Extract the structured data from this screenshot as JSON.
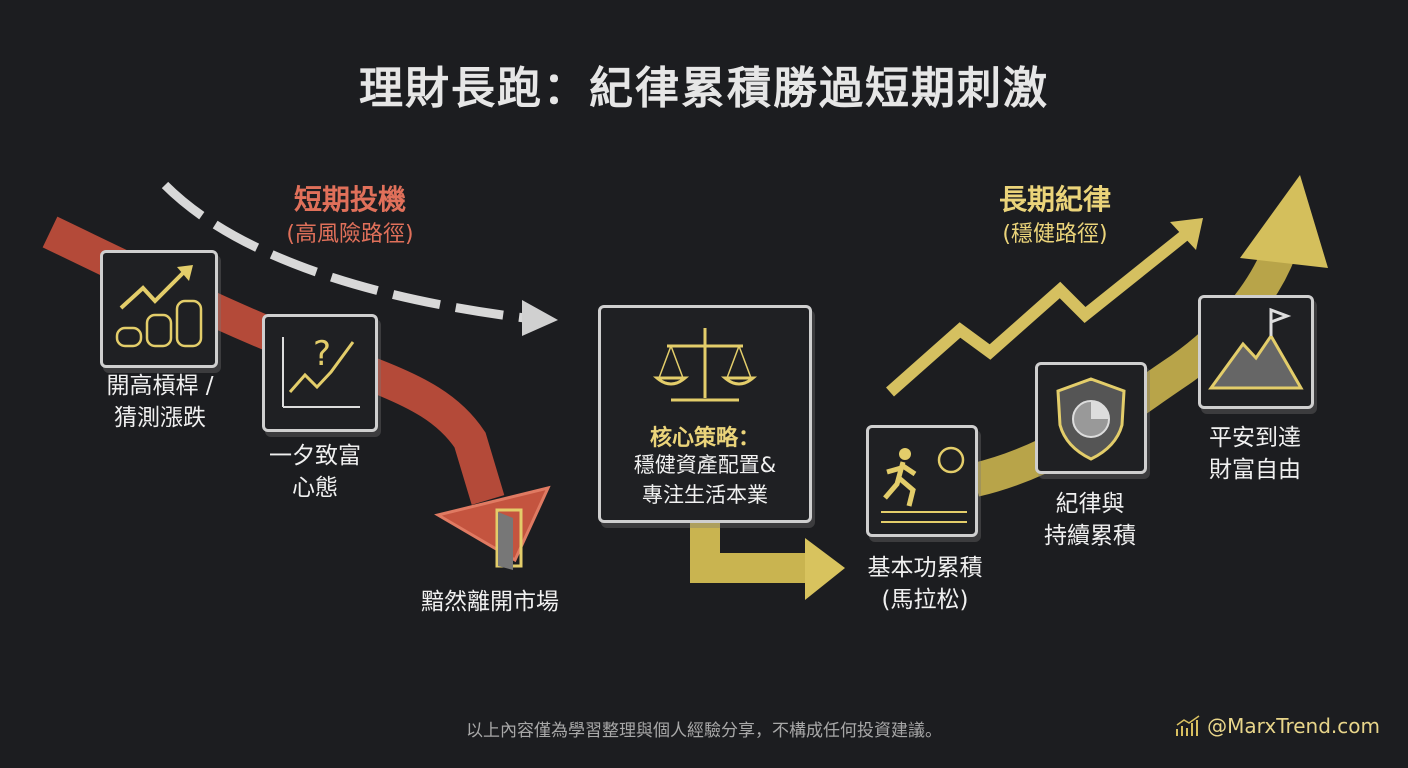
{
  "title": "理財長跑：紀律累積勝過短期刺激",
  "short_term": {
    "heading": "短期投機",
    "subheading": "(高風險路徑)",
    "steps": [
      {
        "label": "開高槓桿 / 猜測漲跌",
        "icon": "coins-rising-chart-icon"
      },
      {
        "label": "一夕致富 心態",
        "icon": "question-chart-icon"
      },
      {
        "label": "黯然離開市場",
        "icon": "exit-door-icon"
      }
    ],
    "color": "#d9624c"
  },
  "core": {
    "heading": "核心策略：",
    "line1": "穩健資產配置&",
    "line2": "專注生活本業",
    "icon": "balance-scale-icon"
  },
  "long_term": {
    "heading": "長期紀律",
    "subheading": "(穩健路徑)",
    "steps": [
      {
        "label": "基本功累積 (馬拉松)",
        "icon": "runner-stopwatch-icon"
      },
      {
        "label": "紀律與 持續累積",
        "icon": "shield-pie-icon"
      },
      {
        "label": "平安到達 財富自由",
        "icon": "mountain-flag-icon"
      }
    ],
    "color": "#e3cd6a"
  },
  "footer": {
    "disclaimer": "以上內容僅為學習整理與個人經驗分享，不構成任何投資建議。",
    "brand": "@MarxTrend.com"
  }
}
